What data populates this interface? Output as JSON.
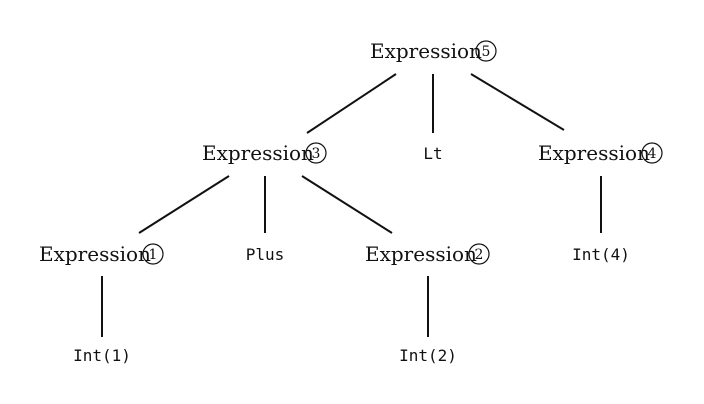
{
  "tree": {
    "nodes": [
      {
        "id": "e5",
        "kind": "expression",
        "label": "Expression",
        "badge": "5"
      },
      {
        "id": "e3",
        "kind": "expression",
        "label": "Expression",
        "badge": "3"
      },
      {
        "id": "lt",
        "kind": "token",
        "label": "Lt"
      },
      {
        "id": "e4",
        "kind": "expression",
        "label": "Expression",
        "badge": "4"
      },
      {
        "id": "e1",
        "kind": "expression",
        "label": "Expression",
        "badge": "1"
      },
      {
        "id": "plus",
        "kind": "token",
        "label": "Plus"
      },
      {
        "id": "e2",
        "kind": "expression",
        "label": "Expression",
        "badge": "2"
      },
      {
        "id": "int4",
        "kind": "token",
        "label": "Int(4)"
      },
      {
        "id": "int1",
        "kind": "token",
        "label": "Int(1)"
      },
      {
        "id": "int2",
        "kind": "token",
        "label": "Int(2)"
      }
    ],
    "edges": [
      {
        "from": "e5",
        "to": "e3"
      },
      {
        "from": "e5",
        "to": "lt"
      },
      {
        "from": "e5",
        "to": "e4"
      },
      {
        "from": "e3",
        "to": "e1"
      },
      {
        "from": "e3",
        "to": "plus"
      },
      {
        "from": "e3",
        "to": "e2"
      },
      {
        "from": "e4",
        "to": "int4"
      },
      {
        "from": "e1",
        "to": "int1"
      },
      {
        "from": "e2",
        "to": "int2"
      }
    ]
  }
}
